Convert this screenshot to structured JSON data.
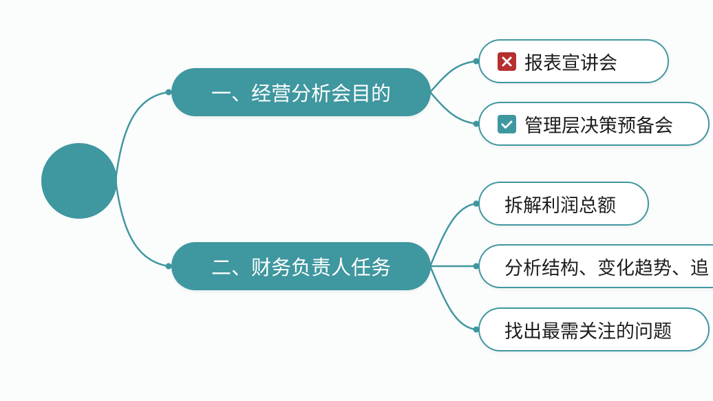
{
  "colors": {
    "teal": "#3f979f",
    "cross_red": "#b5302f",
    "check_teal": "#3f979f"
  },
  "mindmap": {
    "root": {
      "label": ""
    },
    "branches": [
      {
        "label": "一、经营分析会目的",
        "children": [
          {
            "label": "报表宣讲会",
            "icon": "cross-icon",
            "marker": "rejected"
          },
          {
            "label": "管理层决策预备会",
            "icon": "check-icon",
            "marker": "accepted"
          }
        ]
      },
      {
        "label": "二、财务负责人任务",
        "children": [
          {
            "label": "拆解利润总额"
          },
          {
            "label": "分析结构、变化趋势、追"
          },
          {
            "label": "找出最需关注的问题"
          }
        ]
      }
    ]
  }
}
